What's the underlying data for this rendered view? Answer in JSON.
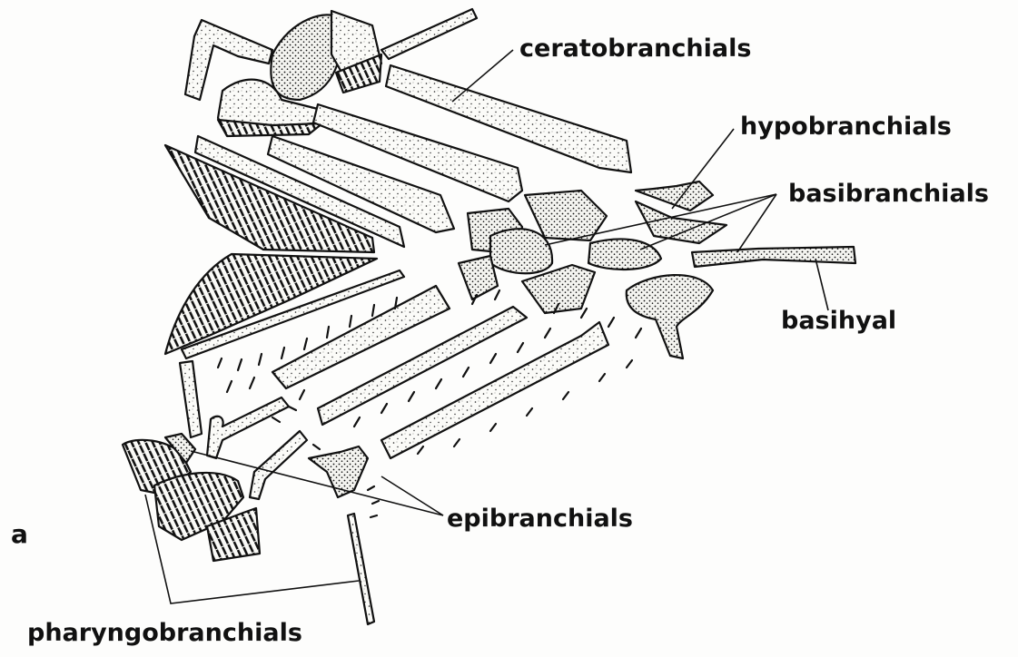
{
  "figure": {
    "panel_letter": "a",
    "labels": {
      "ceratobranchials": "ceratobranchials",
      "hypobranchials": "hypobranchials",
      "basibranchials": "basibranchials",
      "basihyal": "basihyal",
      "epibranchials": "epibranchials",
      "pharyngobranchials": "pharyngobranchials"
    }
  },
  "colors": {
    "ink": "#111111",
    "paper": "#fdfdfc"
  }
}
